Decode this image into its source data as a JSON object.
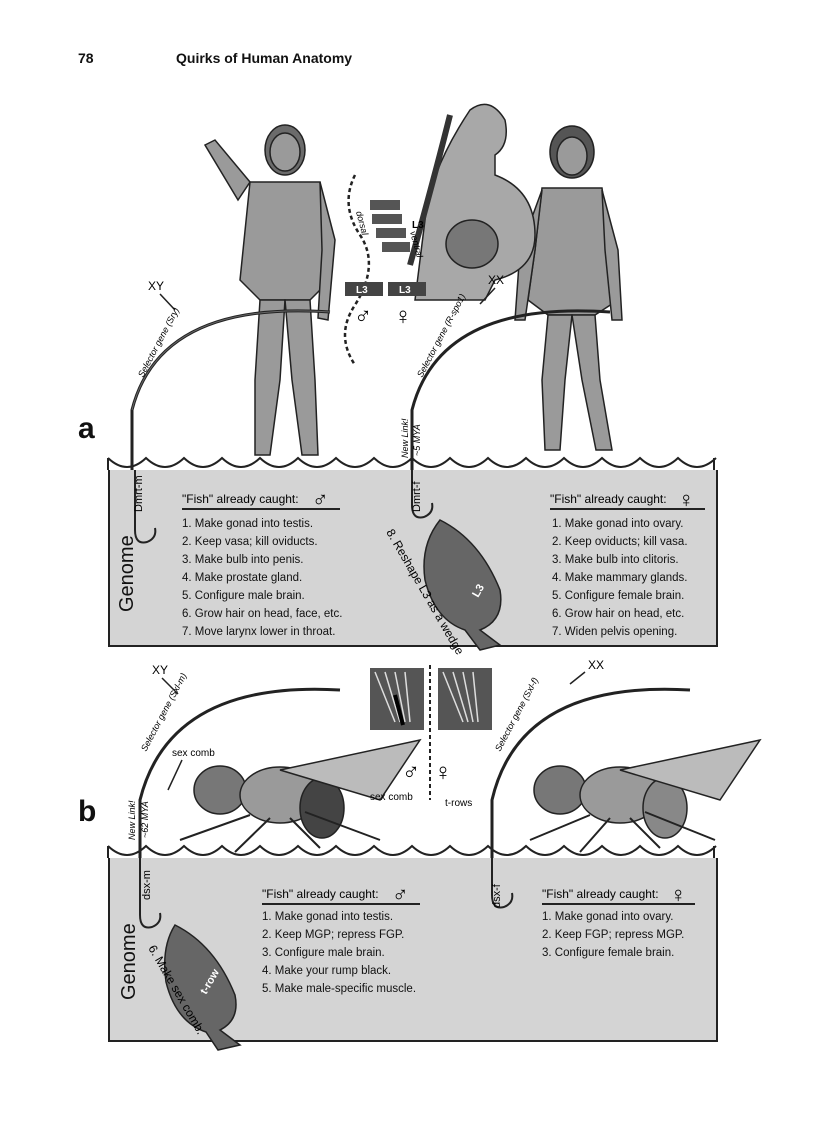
{
  "header": {
    "page_number": "78",
    "running_title": "Quirks of Human Anatomy"
  },
  "panel_a": {
    "label": "a",
    "male_chrom": "XY",
    "female_chrom": "XX",
    "male_rod_label": "Selector gene (Sry)",
    "female_rod_label": "Selector gene (R-spo1)",
    "new_link": "New Link!",
    "new_link_age": "~5 MYA",
    "spine": {
      "vertebra": "L3",
      "dorsal": "dorsal",
      "ventral": "ventral",
      "male_box": "L3",
      "female_box": "L3",
      "male_symbol": "♂",
      "female_symbol": "♀"
    },
    "genome_label": "Genome",
    "male_hook_gene": "Dmrt-m",
    "female_hook_gene": "Dmrt-f",
    "fish_label": "L3",
    "diagonal_item": "8. Reshape L3 as a wedge",
    "male_heading": "\"Fish\" already caught:",
    "male_symbol": "♂",
    "male_items": [
      "1. Make gonad into testis.",
      "2. Keep vasa; kill oviducts.",
      "3. Make bulb into penis.",
      "4. Make prostate gland.",
      "5. Configure male brain.",
      "6. Grow hair on head, face, etc.",
      "7. Move larynx lower in throat."
    ],
    "female_heading": "\"Fish\" already caught:",
    "female_symbol": "♀",
    "female_items": [
      "1. Make gonad into ovary.",
      "2. Keep oviducts; kill vasa.",
      "3. Make bulb into clitoris.",
      "4. Make mammary glands.",
      "5. Configure female brain.",
      "6. Grow hair on head, etc.",
      "7. Widen pelvis opening."
    ]
  },
  "panel_b": {
    "label": "b",
    "male_chrom": "XY",
    "female_chrom": "XX",
    "male_rod_label": "Selector gene (Sxl-m)",
    "female_rod_label": "Selector gene (Sxl-f)",
    "sex_comb_label": "sex comb",
    "inset_sex_comb": "sex comb",
    "inset_t_rows": "t-rows",
    "male_symbol_center": "♂",
    "female_symbol_center": "♀",
    "new_link": "New Link!",
    "new_link_age": "~62 MYA",
    "genome_label": "Genome",
    "male_hook_gene": "dsx-m",
    "female_hook_gene": "dsx-f",
    "fish_label": "t-row",
    "diagonal_item": "6. Make sex comb.",
    "male_heading": "\"Fish\" already caught:",
    "male_symbol": "♂",
    "male_items": [
      "1. Make gonad into testis.",
      "2. Keep MGP; repress FGP.",
      "3. Configure male brain.",
      "4. Make your rump black.",
      "5. Make male-specific muscle."
    ],
    "female_heading": "\"Fish\" already caught:",
    "female_symbol": "♀",
    "female_items": [
      "1. Make gonad into ovary.",
      "2. Keep FGP; repress MGP.",
      "3. Configure female brain."
    ]
  }
}
